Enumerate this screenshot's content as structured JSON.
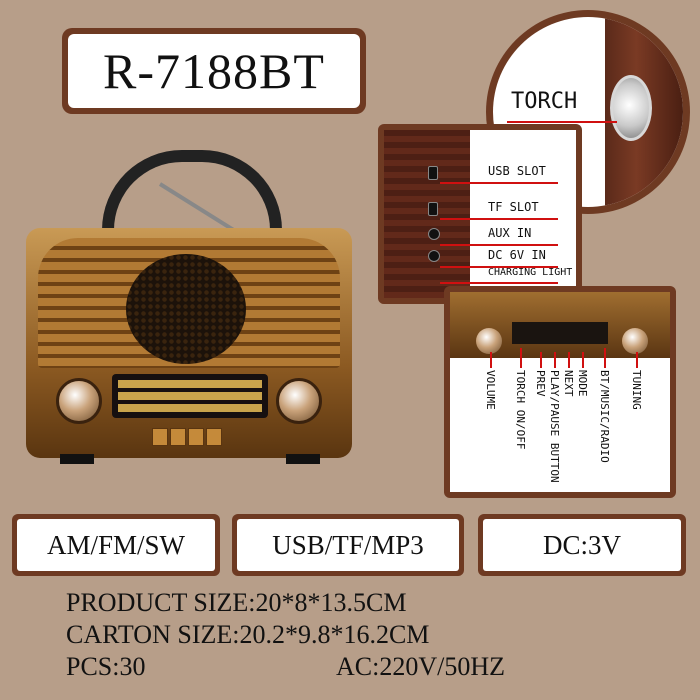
{
  "model": "R-7188BT",
  "torch": {
    "label": "TORCH"
  },
  "ports": [
    {
      "label": "USB SLOT"
    },
    {
      "label": "TF SLOT"
    },
    {
      "label": "AUX IN"
    },
    {
      "label": "DC 6V IN"
    },
    {
      "label": "CHARGING LIGHT"
    }
  ],
  "controls": [
    {
      "label": "VOLUME"
    },
    {
      "label": "TORCH ON/OFF"
    },
    {
      "label": "PREV"
    },
    {
      "label": "PLAY/PAUSE BUTTON"
    },
    {
      "label": "NEXT"
    },
    {
      "label": "MODE"
    },
    {
      "label": "BT/MUSIC/RADIO"
    },
    {
      "label": "TUNING"
    }
  ],
  "specs": [
    {
      "label": "AM/FM/SW"
    },
    {
      "label": "USB/TF/MP3"
    },
    {
      "label": "DC:3V"
    }
  ],
  "info": {
    "product_size": "PRODUCT SIZE:20*8*13.5CM",
    "carton_size": "CARTON SIZE:20.2*9.8*16.2CM",
    "pcs": "PCS:30",
    "ac": "AC:220V/50HZ"
  },
  "colors": {
    "background": "#b79e89",
    "frame": "#6e3a22",
    "callout_line": "#d01010"
  }
}
